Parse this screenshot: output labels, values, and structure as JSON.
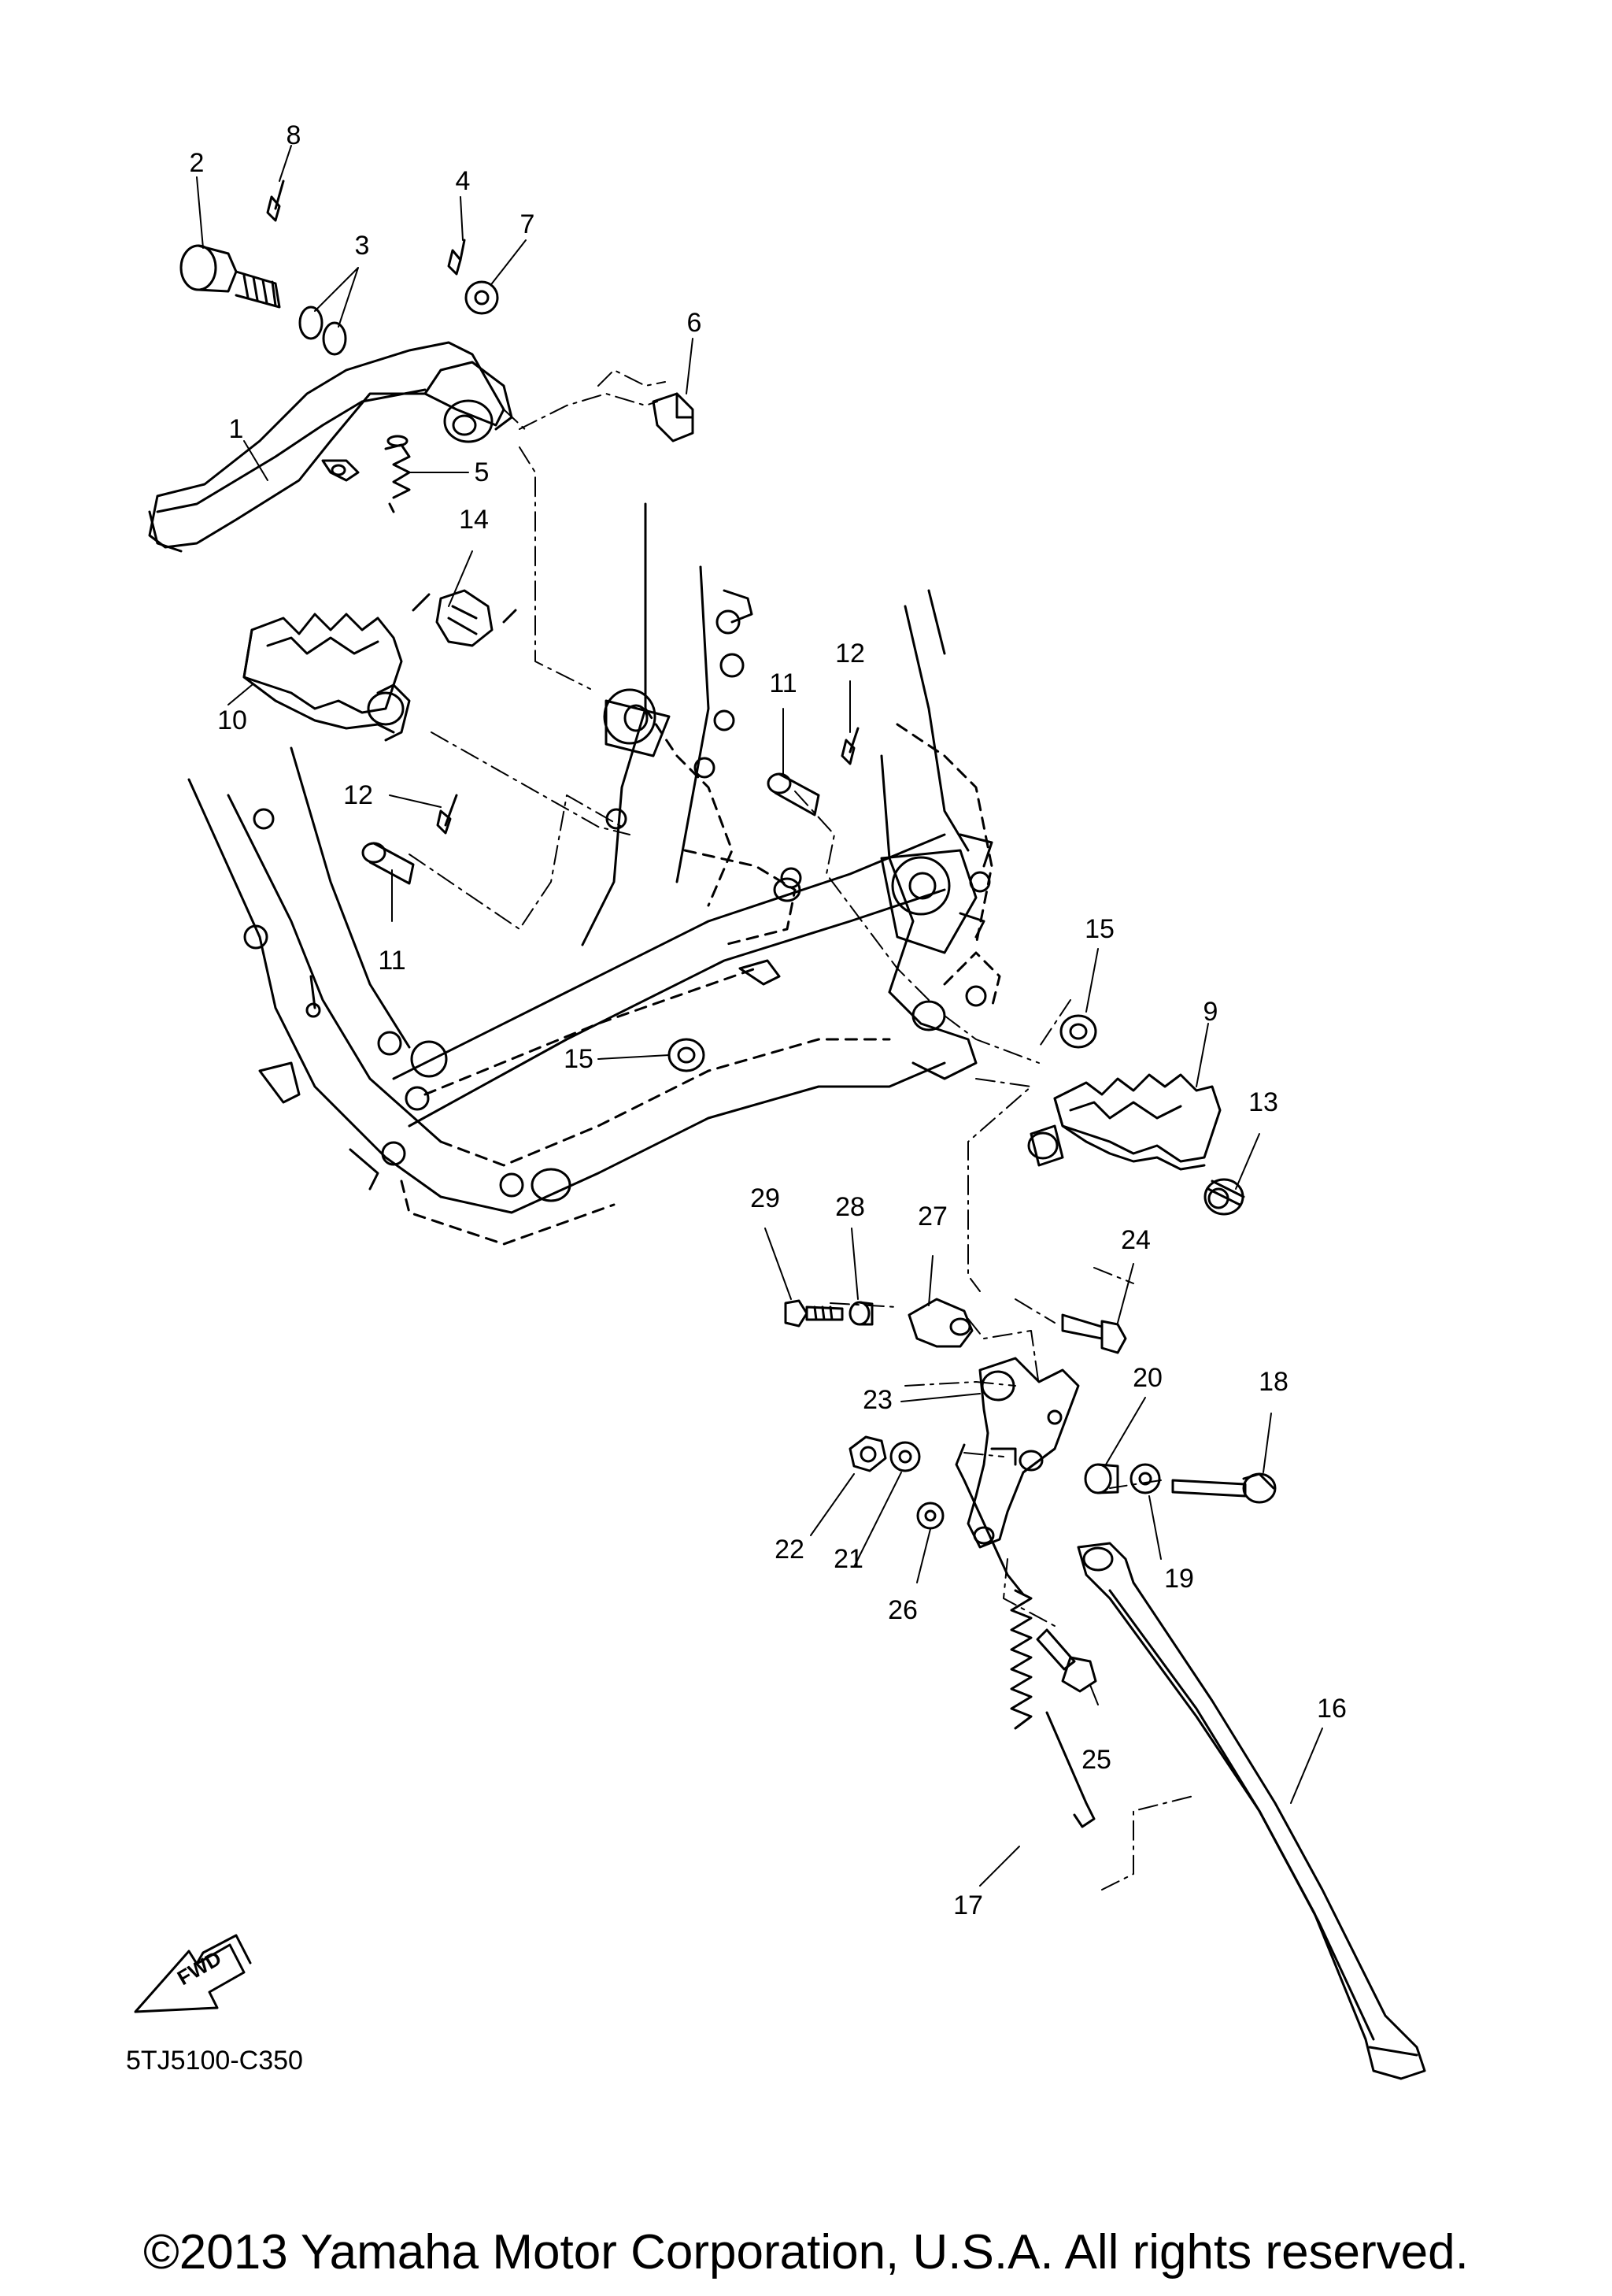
{
  "part_labels": [
    {
      "id": "1",
      "text": "1"
    },
    {
      "id": "2",
      "text": "2"
    },
    {
      "id": "3",
      "text": "3"
    },
    {
      "id": "4",
      "text": "4"
    },
    {
      "id": "5",
      "text": "5"
    },
    {
      "id": "6",
      "text": "6"
    },
    {
      "id": "7",
      "text": "7"
    },
    {
      "id": "8",
      "text": "8"
    },
    {
      "id": "9",
      "text": "9"
    },
    {
      "id": "10",
      "text": "10"
    },
    {
      "id": "11a",
      "text": "11"
    },
    {
      "id": "11b",
      "text": "11"
    },
    {
      "id": "12a",
      "text": "12"
    },
    {
      "id": "12b",
      "text": "12"
    },
    {
      "id": "13",
      "text": "13"
    },
    {
      "id": "14",
      "text": "14"
    },
    {
      "id": "15a",
      "text": "15"
    },
    {
      "id": "15b",
      "text": "15"
    },
    {
      "id": "16",
      "text": "16"
    },
    {
      "id": "17",
      "text": "17"
    },
    {
      "id": "18",
      "text": "18"
    },
    {
      "id": "19",
      "text": "19"
    },
    {
      "id": "20",
      "text": "20"
    },
    {
      "id": "21",
      "text": "21"
    },
    {
      "id": "22",
      "text": "22"
    },
    {
      "id": "23",
      "text": "23"
    },
    {
      "id": "24",
      "text": "24"
    },
    {
      "id": "25",
      "text": "25"
    },
    {
      "id": "26",
      "text": "26"
    },
    {
      "id": "27",
      "text": "27"
    },
    {
      "id": "28",
      "text": "28"
    },
    {
      "id": "29",
      "text": "29"
    }
  ],
  "fwd_label": "FWD",
  "diagram_code": "5TJ5100-C350",
  "copyright": "©2013 Yamaha Motor Corporation, U.S.A. All rights reserved."
}
